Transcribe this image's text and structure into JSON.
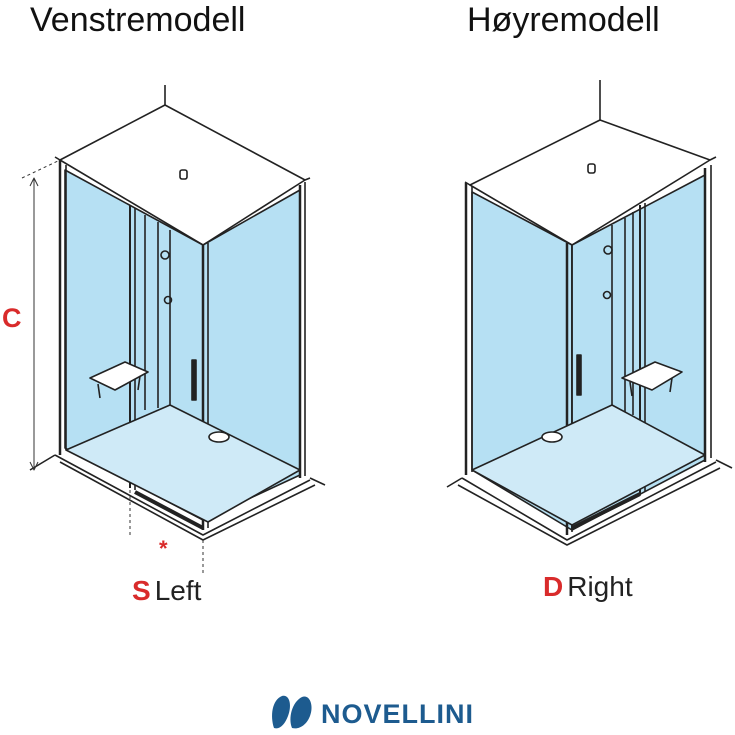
{
  "titles": {
    "left": "Venstremodell",
    "right": "Høyremodell"
  },
  "dimension": {
    "height_label": "C",
    "footnote_mark": "*"
  },
  "models": [
    {
      "code": "S",
      "label": "Left"
    },
    {
      "code": "D",
      "label": "Right"
    }
  ],
  "brand": {
    "name": "NOVELLINI",
    "logo_icon": "novellini-logo-icon"
  },
  "colors": {
    "glass": "#b6e0f3",
    "frame": "#222222",
    "accent_red": "#d92b2b",
    "brand_blue": "#1d5b8f"
  }
}
